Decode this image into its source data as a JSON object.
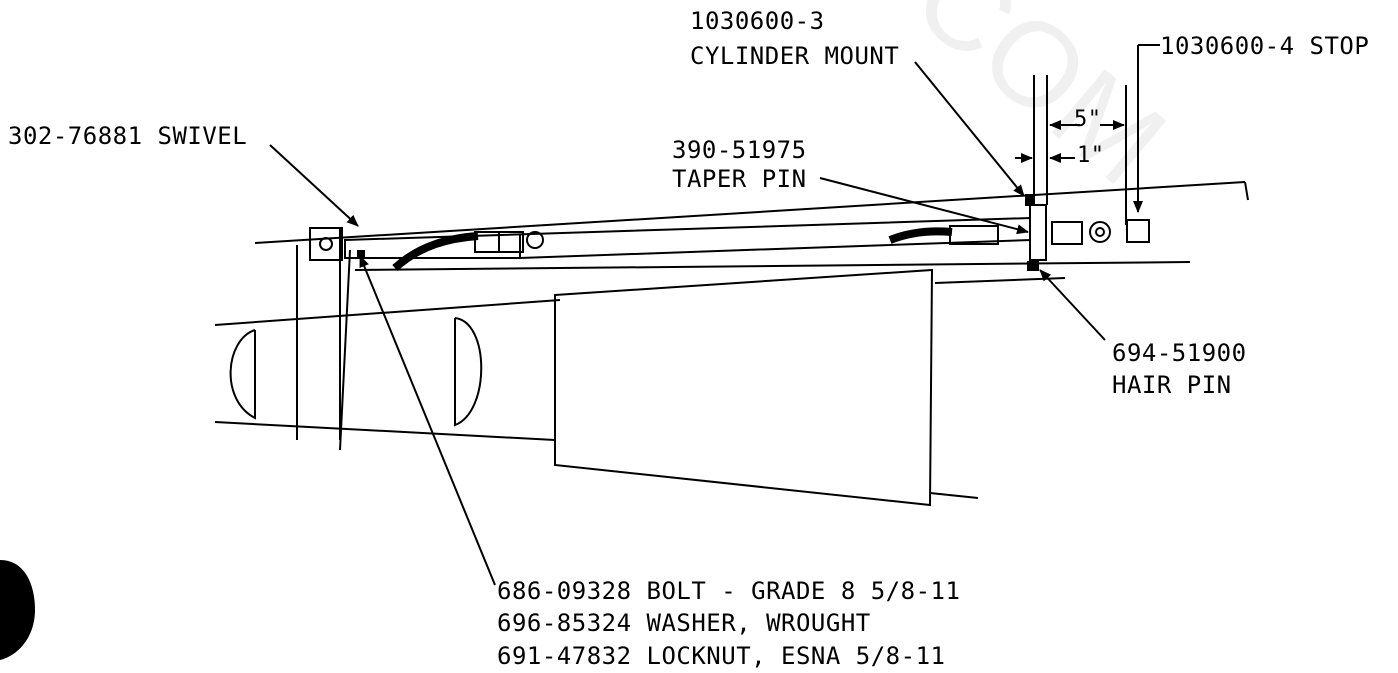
{
  "labels": {
    "swivel": "302-76881 SWIVEL",
    "cylinder_mount_num": "1030600-3",
    "cylinder_mount_name": "CYLINDER MOUNT",
    "stop": "1030600-4 STOP",
    "taper_pin_num": "390-51975",
    "taper_pin_name": "TAPER PIN",
    "hair_pin_num": "694-51900",
    "hair_pin_name": "HAIR PIN",
    "bolt": "686-09328 BOLT - GRADE 8 5/8-11",
    "washer": "696-85324 WASHER, WROUGHT",
    "locknut": "691-47832 LOCKNUT, ESNA 5/8-11"
  },
  "dimensions": {
    "five_inch": "5\"",
    "one_inch": "1\""
  },
  "watermark": "COM",
  "colors": {
    "ink": "#000000",
    "paper": "#ffffff"
  }
}
